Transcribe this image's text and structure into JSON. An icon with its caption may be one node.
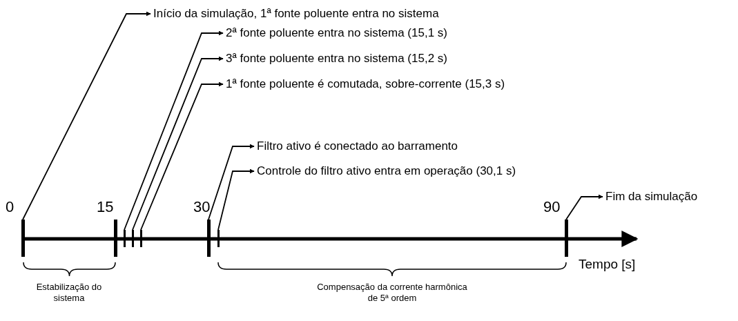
{
  "diagram": {
    "nodes": [
      {
        "text": [],
        "shape": "bar"
      },
      {
        "text": [],
        "shape": "bar"
      },
      {
        "text": [],
        "shape": "bar"
      },
      {
        "text": [],
        "shape": "bar"
      },
      {
        "text": [],
        "shape": "bar"
      },
      {
        "text": [],
        "shape": "bar"
      },
      {
        "text": [],
        "shape": "bar"
      },
      {
        "text": [],
        "shape": "bar"
      },
      {
        "text": [
          "Início da simulação, 1ª fonte poluente entra no sistema"
        ]
      },
      {
        "text": [
          "2ª fonte poluente entra no sistema (15,1 s)"
        ]
      },
      {
        "text": [
          "3ª fonte poluente entra no sistema (15,2 s)"
        ]
      },
      {
        "text": [
          "1ª fonte poluente é comutada, sobre-corrente (15,3 s)"
        ]
      },
      {
        "text": [
          "Filtro ativo é conectado ao barramento"
        ]
      },
      {
        "text": [
          "Controle do filtro ativo entra em operação (30,1 s)"
        ]
      },
      {
        "text": [
          "Fim da simulação"
        ]
      }
    ],
    "edges": [
      {
        "from": 0,
        "to": 8,
        "arrow": "to"
      },
      {
        "from": 2,
        "to": 9,
        "arrow": "to"
      },
      {
        "from": 3,
        "to": 10,
        "arrow": "to"
      },
      {
        "from": 4,
        "to": 11,
        "arrow": "to"
      },
      {
        "from": 5,
        "to": 12,
        "arrow": "to"
      },
      {
        "from": 6,
        "to": 13,
        "arrow": "to"
      },
      {
        "from": 7,
        "to": 14,
        "arrow": "to"
      }
    ],
    "labels": [
      "0",
      "15",
      "30",
      "90",
      "Tempo [s]",
      "Estabilização do sistema",
      "Compensação da corrente harmônica de 5ª ordem"
    ]
  }
}
